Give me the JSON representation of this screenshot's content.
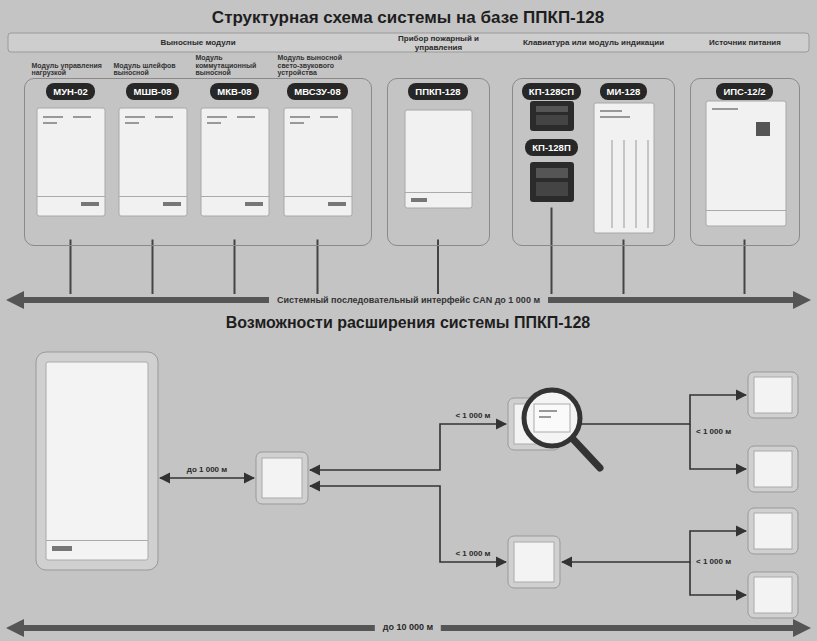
{
  "diagram": {
    "title": "Структурная схема системы на базе ППКП-128",
    "nodes": [
      {
        "text": [
          "Выносные модули"
        ]
      },
      {
        "text": [
          "Модуль управления нагрузкой",
          "МУН-02"
        ],
        "in": 0
      },
      {
        "text": [
          "Модуль шлейфов выносной",
          "МШВ-08"
        ],
        "in": 0
      },
      {
        "text": [
          "Модуль коммутационный выносной",
          "МКВ-08"
        ],
        "in": 0
      },
      {
        "text": [
          "Модуль выносной свето-звукового устройства",
          "МВСЗУ-08"
        ],
        "in": 0
      },
      {
        "text": [
          "Прибор пожарный и управления"
        ]
      },
      {
        "text": [
          "ППКП-128"
        ],
        "in": 5
      },
      {
        "text": [
          "Клавиатура или модуль индикации"
        ]
      },
      {
        "text": [
          "КП-128СП"
        ],
        "in": 7
      },
      {
        "text": [
          "МИ-128"
        ],
        "in": 7
      },
      {
        "text": [
          "КП-128П"
        ],
        "in": 7
      },
      {
        "text": [
          "Источник питания"
        ]
      },
      {
        "text": [
          "ИПС-12/2"
        ],
        "in": 11
      },
      {
        "text": [
          "Системный последовательный интерфейс CAN до 1 000 м"
        ]
      }
    ],
    "edges": [
      {
        "from": 1,
        "to": 13,
        "arrow": "none"
      },
      {
        "from": 2,
        "to": 13,
        "arrow": "none"
      },
      {
        "from": 3,
        "to": 13,
        "arrow": "none"
      },
      {
        "from": 4,
        "to": 13,
        "arrow": "none"
      },
      {
        "from": 6,
        "to": 13,
        "arrow": "none"
      },
      {
        "from": 10,
        "to": 13,
        "arrow": "none"
      },
      {
        "from": 9,
        "to": 13,
        "arrow": "none"
      },
      {
        "from": 12,
        "to": 13,
        "arrow": "none"
      }
    ],
    "labels": [
      "Возможности расширения системы ППКП-128",
      "до 1 000 м",
      "< 1 000 м",
      "< 1 000 м",
      "< 1 000 м",
      "< 1 000 м",
      "до 10 000 м"
    ]
  }
}
